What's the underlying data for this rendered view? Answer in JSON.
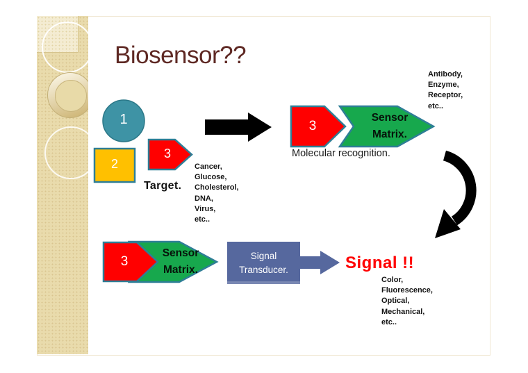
{
  "slide": {
    "title": "Biosensor??",
    "steps": {
      "step1": "1",
      "step2": "2",
      "step3": "3"
    },
    "labels": {
      "target": "Target.",
      "sensor_matrix": "Sensor Matrix.",
      "molecular_recognition": "Molecular recognition.",
      "signal_transducer": "Signal Transducer.",
      "signal": "Signal !!"
    },
    "lists": {
      "target_examples": [
        "Cancer,",
        "Glucose,",
        "Cholesterol,",
        "DNA,",
        "Virus,",
        "etc.."
      ],
      "recognition_examples": [
        "Antibody,",
        "Enzyme,",
        "Receptor,",
        "etc.."
      ],
      "signal_examples": [
        "Color,",
        "Fluorescence,",
        "Optical,",
        "Mechanical,",
        "etc.."
      ]
    },
    "colors": {
      "title_text": "#5E2823",
      "step_red": "#FF0000",
      "sensor_green": "#17A84D",
      "step_teal": "#3E93A5",
      "step_yellow": "#FFC000",
      "transducer_slate_blue": "#56689E",
      "shape_border_teal": "#2E7E96",
      "signal_text_red": "#FF0000",
      "sidebar_beige": "#E9DBAC",
      "flow_arrow_black": "#000000"
    }
  }
}
